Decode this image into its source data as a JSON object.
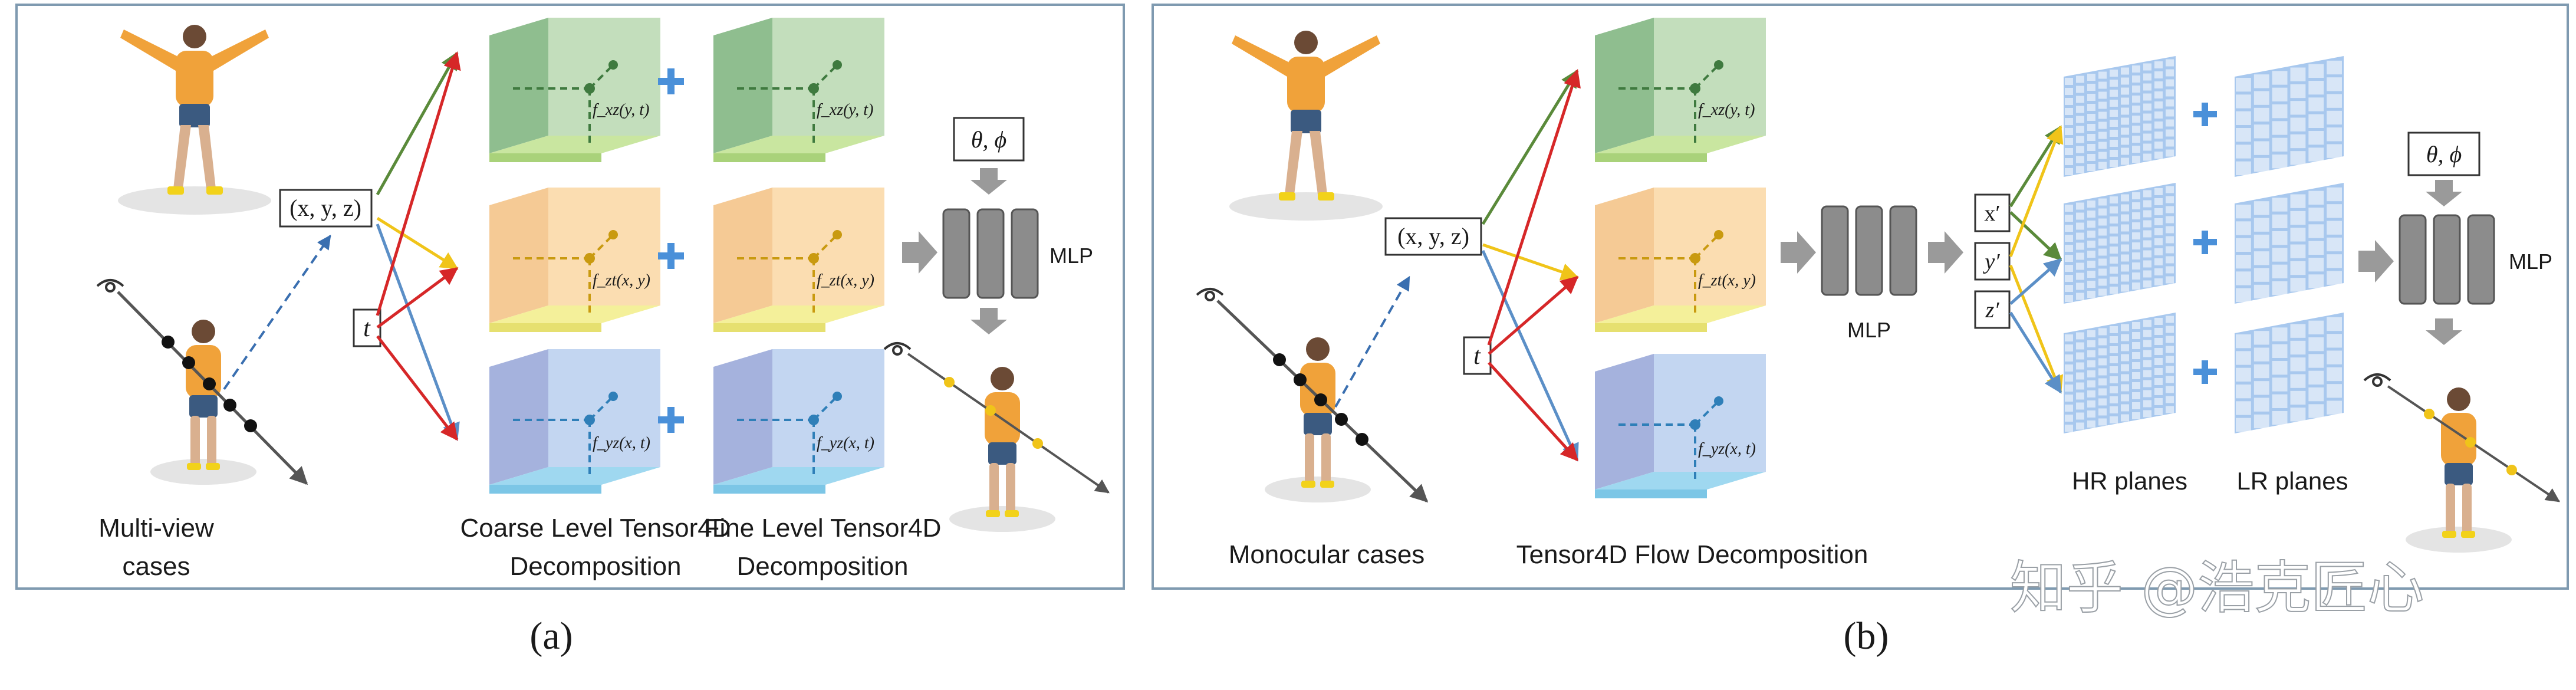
{
  "panel_a": {
    "caption": "(a)",
    "inputs": {
      "xyz": "(x, y, z)",
      "t": "t"
    },
    "theta_phi": "θ, ϕ",
    "mlp": "MLP",
    "cases_line1": "Multi-view",
    "cases_line2": "cases",
    "coarse_line1": "Coarse Level Tensor4D",
    "coarse_line2": "Decomposition",
    "fine_line1": "Fine Level Tensor4D",
    "fine_line2": "Decomposition",
    "plane_funcs": {
      "green": "f_xz(y, t)",
      "orange": "f_zt(x, y)",
      "blue": "f_yz(x, t)"
    }
  },
  "panel_b": {
    "caption": "(b)",
    "inputs": {
      "xyz": "(x, y, z)",
      "t": "t"
    },
    "mlp": "MLP",
    "theta_phi": "θ, ϕ",
    "mlp2": "MLP",
    "primes": [
      "x′",
      "y′",
      "z′"
    ],
    "cases": "Monocular cases",
    "flow": "Tensor4D Flow Decomposition",
    "hr": "HR planes",
    "lr": "LR planes",
    "plane_funcs": {
      "green": "f_xz(y, t)",
      "orange": "f_zt(x, y)",
      "blue": "f_yz(x, t)"
    }
  },
  "watermark": "知乎 @浩克匠心",
  "colors": {
    "green": "#5a8a3a",
    "orange": "#f0c419",
    "red": "#d62728",
    "blue": "#5b8fc7",
    "plus": "#4a90d9",
    "mlp_block": "#8c8c8c"
  }
}
